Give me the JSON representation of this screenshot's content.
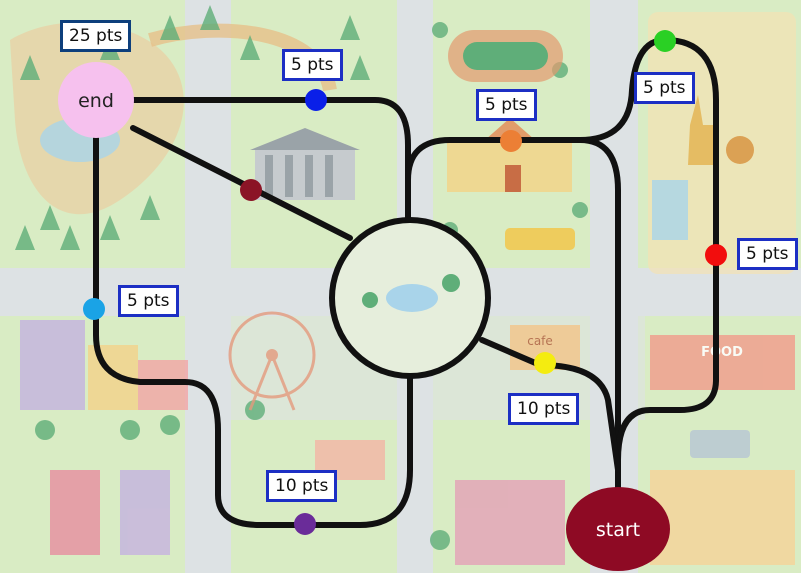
{
  "board": {
    "colors": {
      "grass": "#d8ecc3",
      "road": "#dde2e4",
      "path": "#111111",
      "label_border": "#1c2fc4",
      "start_node": "#8e0a24",
      "end_node": "#f6c1ee"
    },
    "start": {
      "label": "start"
    },
    "end": {
      "label": "end",
      "points_label": "25 pts"
    },
    "checkpoints": [
      {
        "id": "blue-top",
        "color": "#0a1fe8",
        "points_label": "5 pts"
      },
      {
        "id": "orange-school",
        "color": "#ec7f35",
        "points_label": "5 pts"
      },
      {
        "id": "green-zoo",
        "color": "#2ad024",
        "points_label": "5 pts"
      },
      {
        "id": "red-zoo",
        "color": "#f20d0d",
        "points_label": "5 pts"
      },
      {
        "id": "cyan-left",
        "color": "#1aa3e6",
        "points_label": "5 pts"
      },
      {
        "id": "yellow-cafe",
        "color": "#f4ec10",
        "points_label": "10 pts"
      },
      {
        "id": "purple-bottom",
        "color": "#6a2c99",
        "points_label": "10 pts"
      },
      {
        "id": "maroon-diagonal",
        "color": "#8b1426",
        "points_label": ""
      }
    ],
    "scenery": {
      "cafe_sign": "cafe",
      "food_sign": "FOOD"
    }
  }
}
